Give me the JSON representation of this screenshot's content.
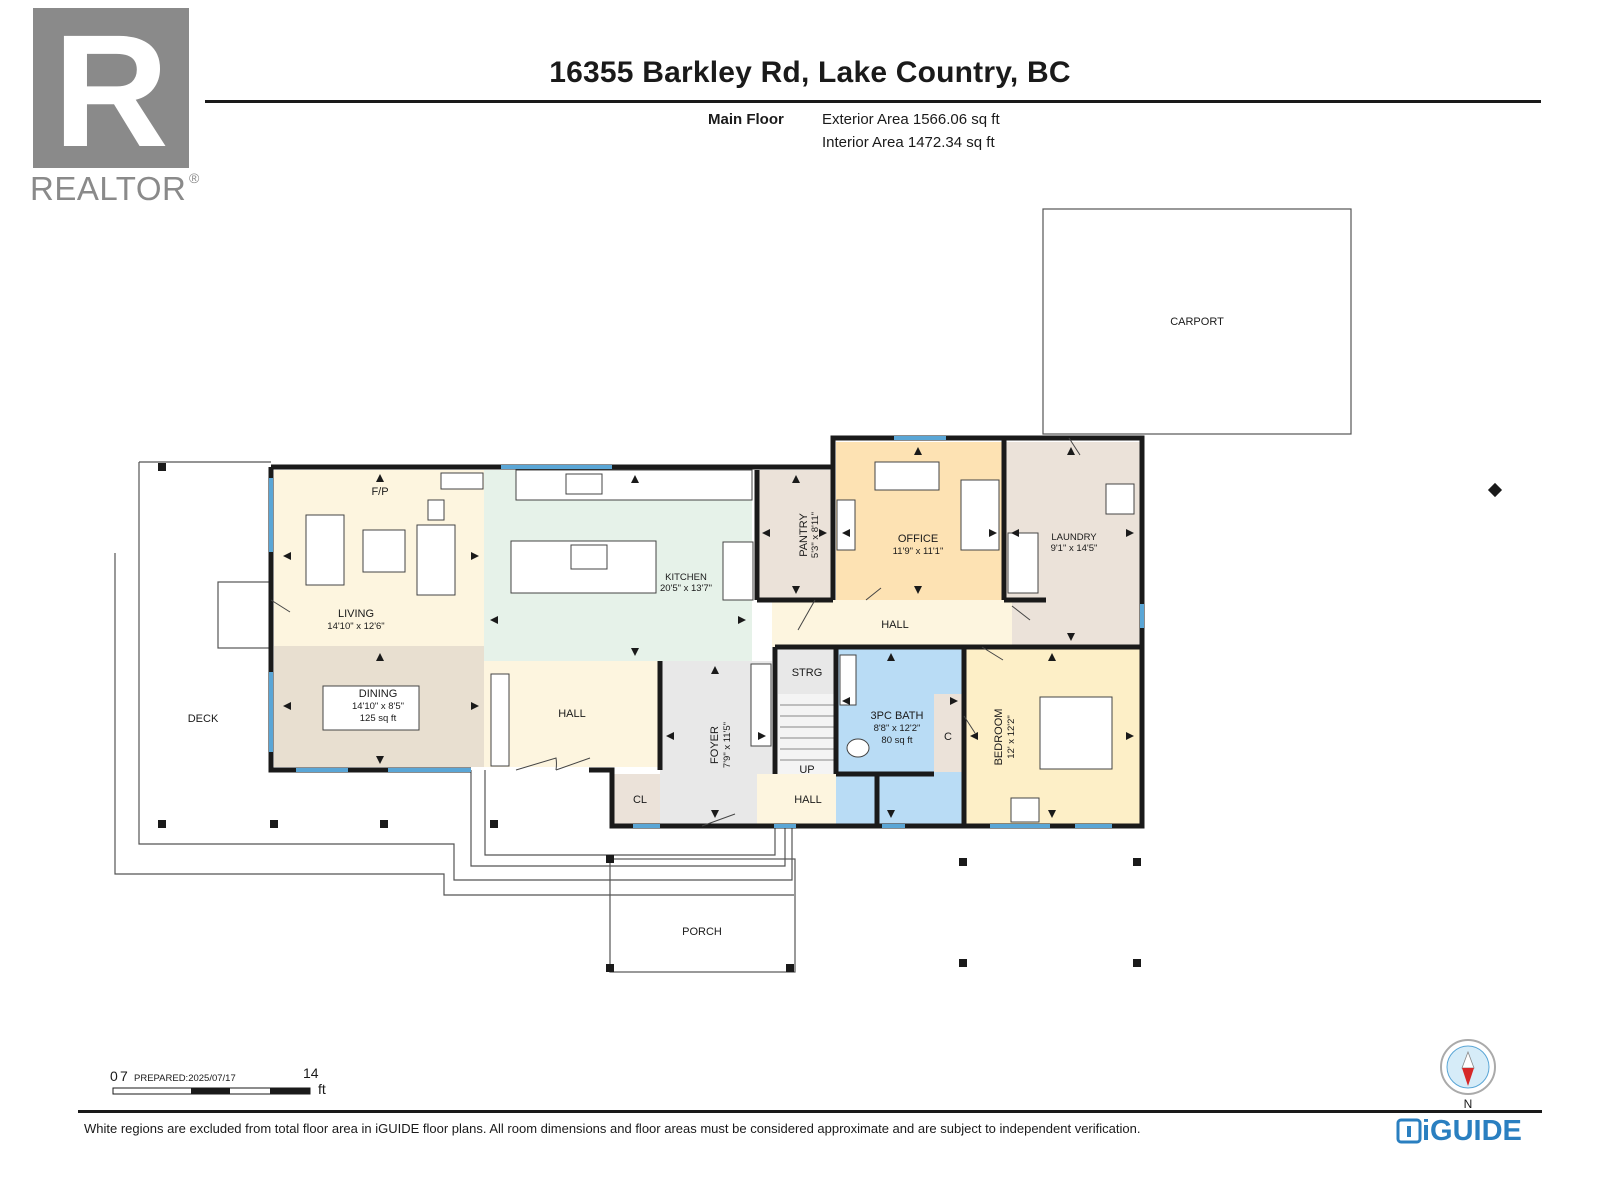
{
  "title": "16355 Barkley Rd, Lake Country, BC",
  "floor": {
    "name": "Main Floor",
    "exterior_area": "Exterior Area 1566.06 sq ft",
    "interior_area": "Interior Area 1472.34 sq ft"
  },
  "logo": {
    "letter": "R",
    "word": "REALTOR",
    "reg": "®"
  },
  "rooms": {
    "living": {
      "name": "LIVING",
      "dims": "14'10\" x 12'6\""
    },
    "dining": {
      "name": "DINING",
      "dims": "14'10\" x 8'5\"",
      "area": "125 sq ft"
    },
    "kitchen": {
      "name": "KITCHEN",
      "dims": "20'5\" x 13'7\""
    },
    "pantry": {
      "name": "PANTRY",
      "dims": "5'3\" x 8'11\""
    },
    "office": {
      "name": "OFFICE",
      "dims": "11'9\" x 11'1\""
    },
    "laundry": {
      "name": "LAUNDRY",
      "dims": "9'1\" x 14'5\""
    },
    "bath": {
      "name": "3PC BATH",
      "dims": "8'8\" x 12'2\"",
      "area": "80 sq ft"
    },
    "bedroom": {
      "name": "BEDROOM",
      "dims": "12' x 12'2\""
    },
    "foyer": {
      "name": "FOYER",
      "dims": "7'9\" x 11'5\""
    },
    "hall_main": "HALL",
    "hall_upper": "HALL",
    "hall_lower": "HALL",
    "strg": "STRG",
    "cl": "CL",
    "closet": "C",
    "up": "UP",
    "fp": "F/P",
    "deck": "DECK",
    "porch": "PORCH",
    "carport": "CARPORT"
  },
  "scale": {
    "zero": "0",
    "seven": "7",
    "fourteen": "14",
    "unit": "ft",
    "prepared": "PREPARED:2025/07/17"
  },
  "compass": {
    "north": "N"
  },
  "disclaimer": "White regions are excluded from total floor area in iGUIDE floor plans. All room dimensions and floor areas must be considered approximate and are subject to independent verification.",
  "brand": {
    "iguide": "iGUIDE"
  },
  "colors": {
    "living": "#fdf5df",
    "dining": "#e8dfd0",
    "kitchen": "#e6f2e9",
    "office": "#fde2b3",
    "laundry": "#ebe2d9",
    "bath": "#b9dcf5",
    "bedroom": "#fdefc7",
    "hall": "#fdf5df",
    "foyer": "#e8e8e8",
    "window": "#5aa6d6",
    "wall": "#1a1a1a",
    "brand": "#2a7fc0"
  }
}
